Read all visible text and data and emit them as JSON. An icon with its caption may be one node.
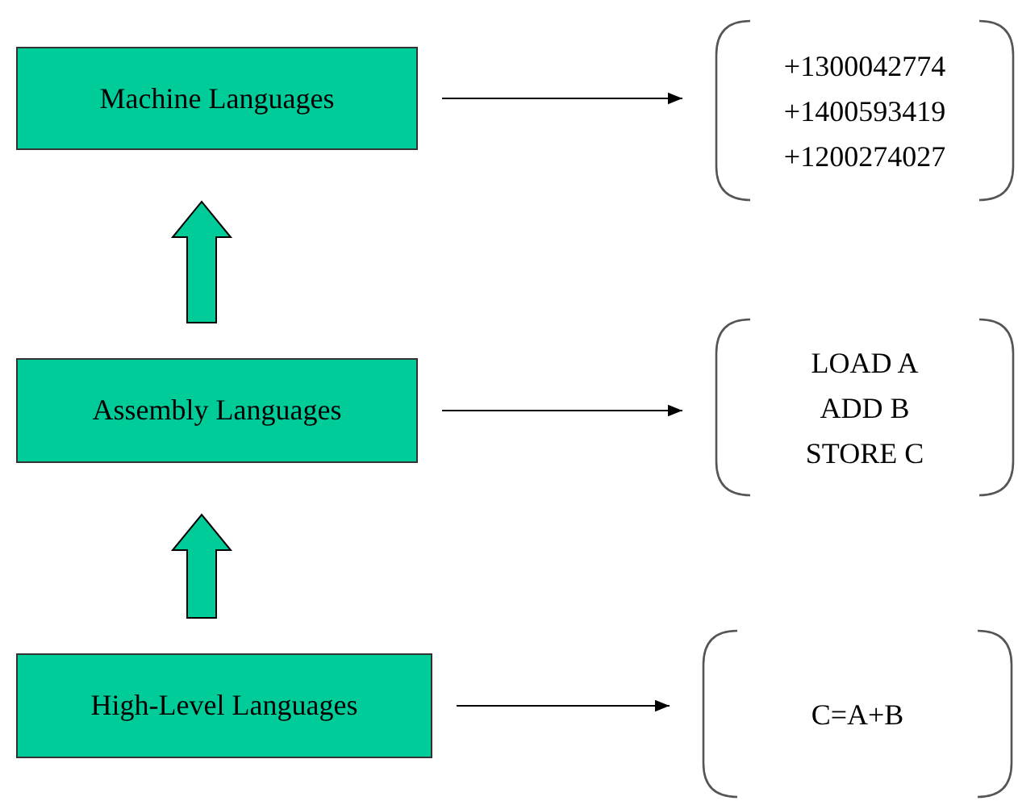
{
  "diagram": {
    "nodes": [
      {
        "text": [
          "Machine Languages"
        ]
      },
      {
        "text": [
          "+1300042774",
          "+1400593419",
          "+1200274027"
        ]
      },
      {
        "text": [
          "Assembly Languages"
        ]
      },
      {
        "text": [
          "LOAD A",
          "ADD B",
          "STORE C"
        ]
      },
      {
        "text": [
          "High-Level Languages"
        ]
      },
      {
        "text": [
          "C=A+B"
        ]
      }
    ],
    "edges": [
      {
        "from": 0,
        "to": 1,
        "arrow": "to"
      },
      {
        "from": 2,
        "to": 3,
        "arrow": "to"
      },
      {
        "from": 4,
        "to": 5,
        "arrow": "to"
      },
      {
        "from": 2,
        "to": 0,
        "arrow": "to",
        "style": "thick",
        "color": "#00cc99"
      },
      {
        "from": 4,
        "to": 2,
        "arrow": "to",
        "style": "thick",
        "color": "#00cc99"
      }
    ]
  }
}
